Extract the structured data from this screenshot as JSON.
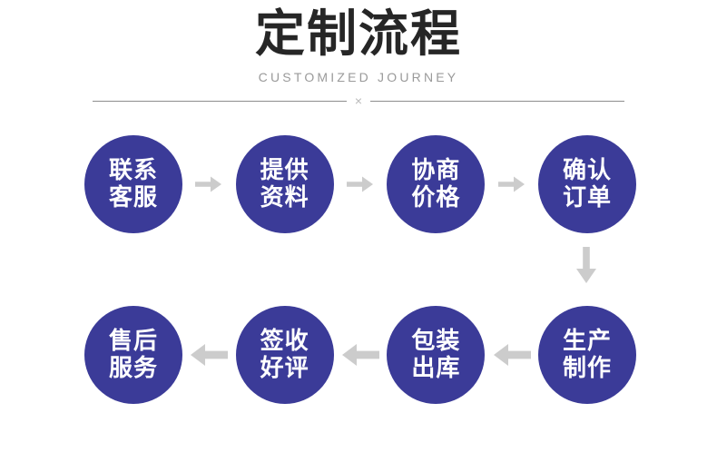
{
  "header": {
    "title": "定制流程",
    "subtitle": "CUSTOMIZED JOURNEY",
    "divider_mark": "×"
  },
  "colors": {
    "node_fill": "#3b3b98",
    "node_text": "#ffffff",
    "title_text": "#262626",
    "subtitle_text": "#9a9a9a",
    "arrow": "#cccccc",
    "divider_rule": "#8d8d8d",
    "background": "#ffffff"
  },
  "flow": {
    "row_top": {
      "direction": "left-to-right",
      "nodes": [
        {
          "line1": "联系",
          "line2": "客服"
        },
        {
          "line1": "提供",
          "line2": "资料"
        },
        {
          "line1": "协商",
          "line2": "价格"
        },
        {
          "line1": "确认",
          "line2": "订单"
        }
      ],
      "connectors": [
        "arrow-right-icon",
        "arrow-right-icon",
        "arrow-right-icon"
      ]
    },
    "turn_connector": "arrow-down-icon",
    "row_bottom": {
      "direction": "right-to-left",
      "nodes": [
        {
          "line1": "售后",
          "line2": "服务"
        },
        {
          "line1": "签收",
          "line2": "好评"
        },
        {
          "line1": "包装",
          "line2": "出库"
        },
        {
          "line1": "生产",
          "line2": "制作"
        }
      ],
      "connectors": [
        "arrow-left-icon",
        "arrow-left-icon",
        "arrow-left-icon"
      ]
    }
  }
}
